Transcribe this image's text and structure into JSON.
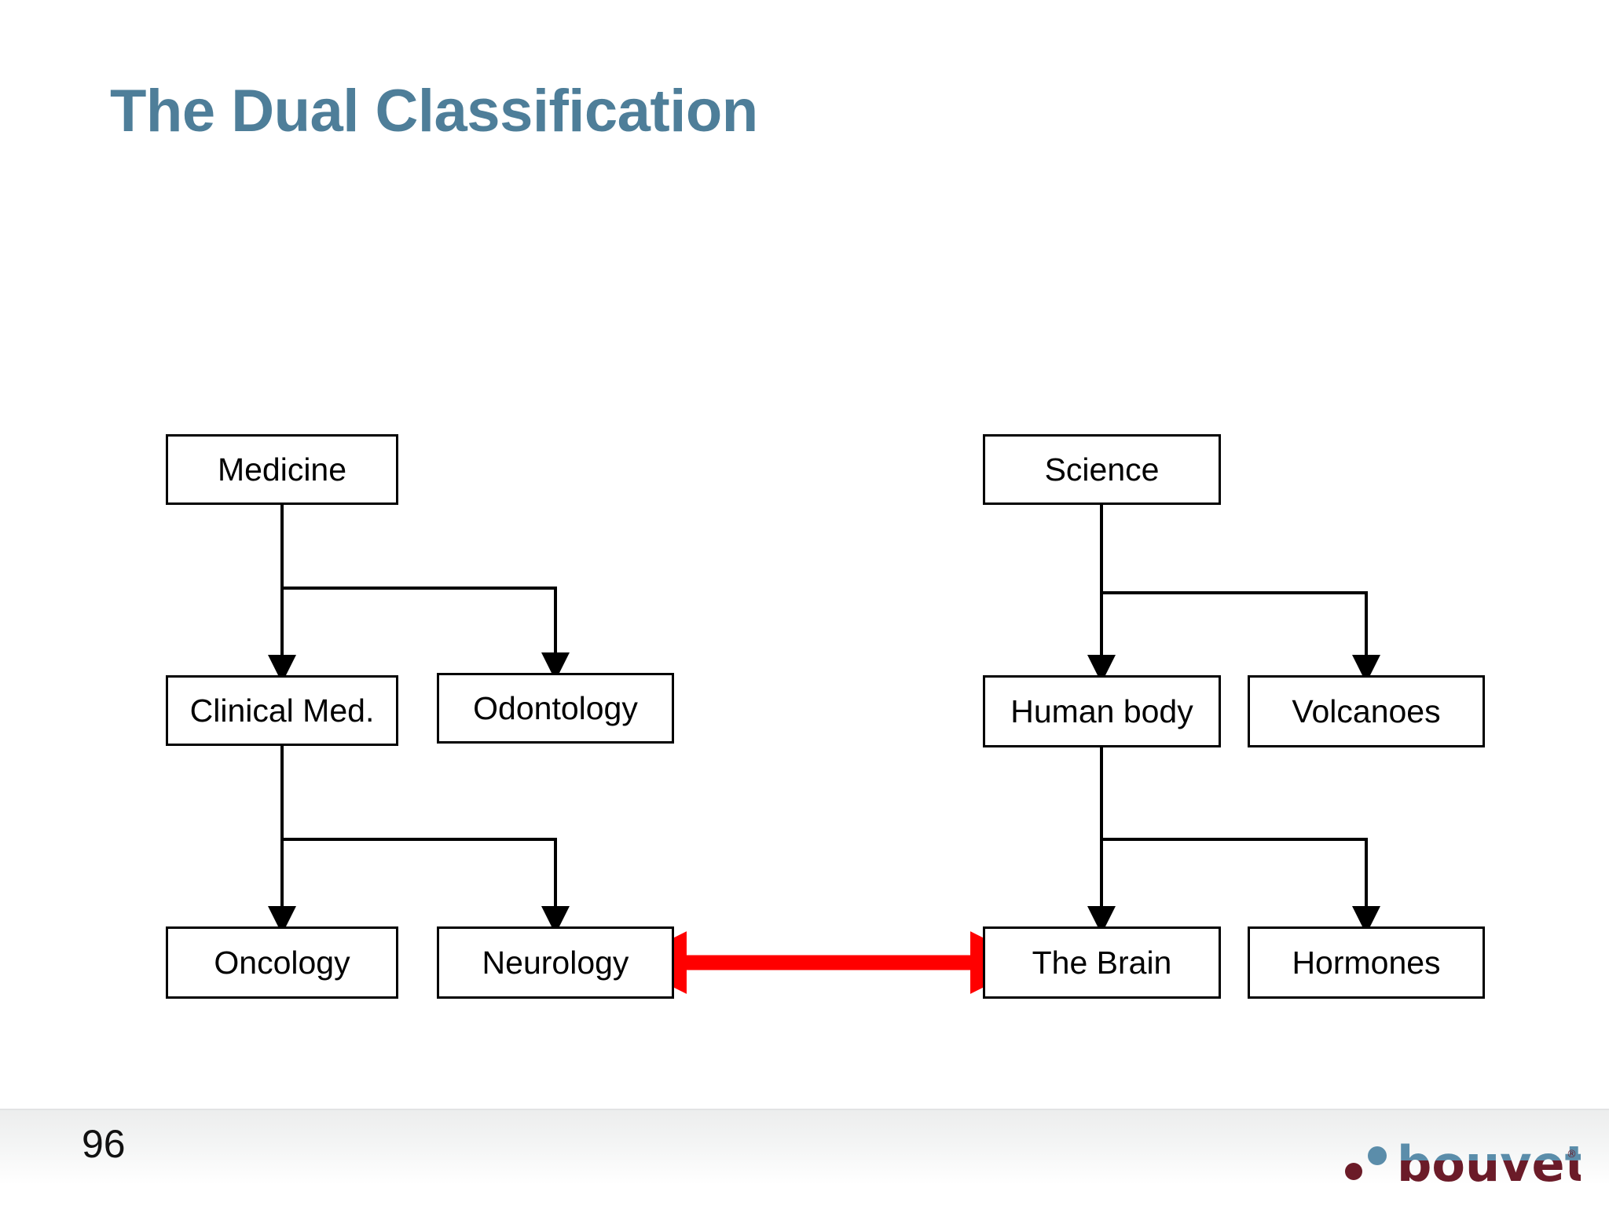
{
  "slide": {
    "title": "The Dual Classification",
    "page_number": "96",
    "background_color": "#ffffff",
    "title_color": "#4E7E99"
  },
  "diagram": {
    "type": "tree-hierarchy-pair",
    "node_border_color": "#000000",
    "node_fill_color": "#ffffff",
    "connector_color": "#000000",
    "link_color": "#FF0000",
    "left_tree": {
      "root": "Medicine",
      "nodes": {
        "medicine": "Medicine",
        "clinical_med": "Clinical Med.",
        "odontology": "Odontology",
        "oncology": "Oncology",
        "neurology": "Neurology"
      },
      "edges": [
        [
          "Medicine",
          "Clinical Med."
        ],
        [
          "Medicine",
          "Odontology"
        ],
        [
          "Clinical Med.",
          "Oncology"
        ],
        [
          "Clinical Med.",
          "Neurology"
        ]
      ]
    },
    "right_tree": {
      "root": "Science",
      "nodes": {
        "science": "Science",
        "human_body": "Human body",
        "volcanoes": "Volcanoes",
        "the_brain": "The Brain",
        "hormones": "Hormones"
      },
      "edges": [
        [
          "Science",
          "Human body"
        ],
        [
          "Science",
          "Volcanoes"
        ],
        [
          "Human body",
          "The Brain"
        ],
        [
          "Human body",
          "Hormones"
        ]
      ]
    },
    "cross_link": {
      "from": "Neurology",
      "to": "The Brain",
      "style": "double-headed-arrow",
      "color": "#FF0000"
    }
  },
  "logo": {
    "wordmark": "bouvet",
    "registered_mark": "®",
    "color_top": "#5B8DAA",
    "color_bottom": "#6B1B28"
  }
}
